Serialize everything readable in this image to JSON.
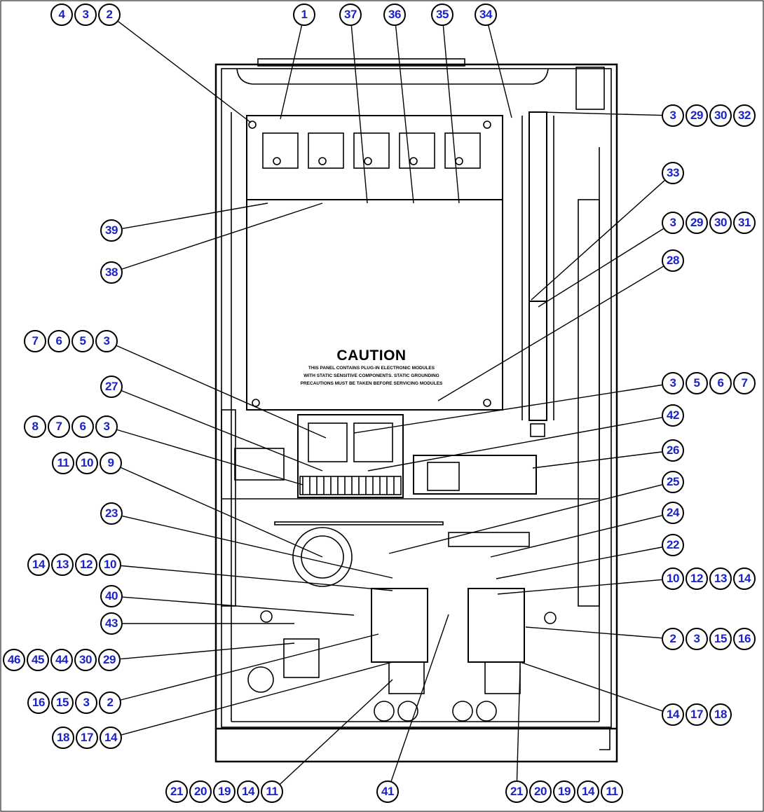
{
  "caution": {
    "title": "CAUTION",
    "lines": [
      "THIS PANEL CONTAINS PLUG-IN ELECTRONIC MODULES",
      "WITH STATIC SENSITIVE COMPONENTS.  STATIC GROUNDING",
      "PRECAUTIONS MUST BE TAKEN BEFORE SERVICING MODULES"
    ]
  },
  "callout_groups": [
    {
      "name": "callout-4-3-2",
      "numbers": [
        "4",
        "3",
        "2"
      ]
    },
    {
      "name": "callout-1",
      "numbers": [
        "1"
      ]
    },
    {
      "name": "callout-37",
      "numbers": [
        "37"
      ]
    },
    {
      "name": "callout-36",
      "numbers": [
        "36"
      ]
    },
    {
      "name": "callout-35",
      "numbers": [
        "35"
      ]
    },
    {
      "name": "callout-34",
      "numbers": [
        "34"
      ]
    },
    {
      "name": "callout-3-29-30-32",
      "numbers": [
        "3",
        "29",
        "30",
        "32"
      ]
    },
    {
      "name": "callout-33",
      "numbers": [
        "33"
      ]
    },
    {
      "name": "callout-3-29-30-31",
      "numbers": [
        "3",
        "29",
        "30",
        "31"
      ]
    },
    {
      "name": "callout-28",
      "numbers": [
        "28"
      ]
    },
    {
      "name": "callout-39",
      "numbers": [
        "39"
      ]
    },
    {
      "name": "callout-38",
      "numbers": [
        "38"
      ]
    },
    {
      "name": "callout-7-6-5-3",
      "numbers": [
        "7",
        "6",
        "5",
        "3"
      ]
    },
    {
      "name": "callout-27",
      "numbers": [
        "27"
      ]
    },
    {
      "name": "callout-3-5-6-7",
      "numbers": [
        "3",
        "5",
        "6",
        "7"
      ]
    },
    {
      "name": "callout-8-7-6-3",
      "numbers": [
        "8",
        "7",
        "6",
        "3"
      ]
    },
    {
      "name": "callout-42",
      "numbers": [
        "42"
      ]
    },
    {
      "name": "callout-11-10-9",
      "numbers": [
        "11",
        "10",
        "9"
      ]
    },
    {
      "name": "callout-26",
      "numbers": [
        "26"
      ]
    },
    {
      "name": "callout-25",
      "numbers": [
        "25"
      ]
    },
    {
      "name": "callout-23",
      "numbers": [
        "23"
      ]
    },
    {
      "name": "callout-24",
      "numbers": [
        "24"
      ]
    },
    {
      "name": "callout-22",
      "numbers": [
        "22"
      ]
    },
    {
      "name": "callout-14-13-12-10",
      "numbers": [
        "14",
        "13",
        "12",
        "10"
      ]
    },
    {
      "name": "callout-10-12-13-14",
      "numbers": [
        "10",
        "12",
        "13",
        "14"
      ]
    },
    {
      "name": "callout-40",
      "numbers": [
        "40"
      ]
    },
    {
      "name": "callout-43",
      "numbers": [
        "43"
      ]
    },
    {
      "name": "callout-2-3-15-16",
      "numbers": [
        "2",
        "3",
        "15",
        "16"
      ]
    },
    {
      "name": "callout-46-45-44-30-29",
      "numbers": [
        "46",
        "45",
        "44",
        "30",
        "29"
      ]
    },
    {
      "name": "callout-16-15-3-2",
      "numbers": [
        "16",
        "15",
        "3",
        "2"
      ]
    },
    {
      "name": "callout-14-17-18",
      "numbers": [
        "14",
        "17",
        "18"
      ]
    },
    {
      "name": "callout-18-17-14",
      "numbers": [
        "18",
        "17",
        "14"
      ]
    },
    {
      "name": "callout-21-20-19-14-11-left",
      "numbers": [
        "21",
        "20",
        "19",
        "14",
        "11"
      ]
    },
    {
      "name": "callout-41",
      "numbers": [
        "41"
      ]
    },
    {
      "name": "callout-21-20-19-14-11-right",
      "numbers": [
        "21",
        "20",
        "19",
        "14",
        "11"
      ]
    }
  ]
}
